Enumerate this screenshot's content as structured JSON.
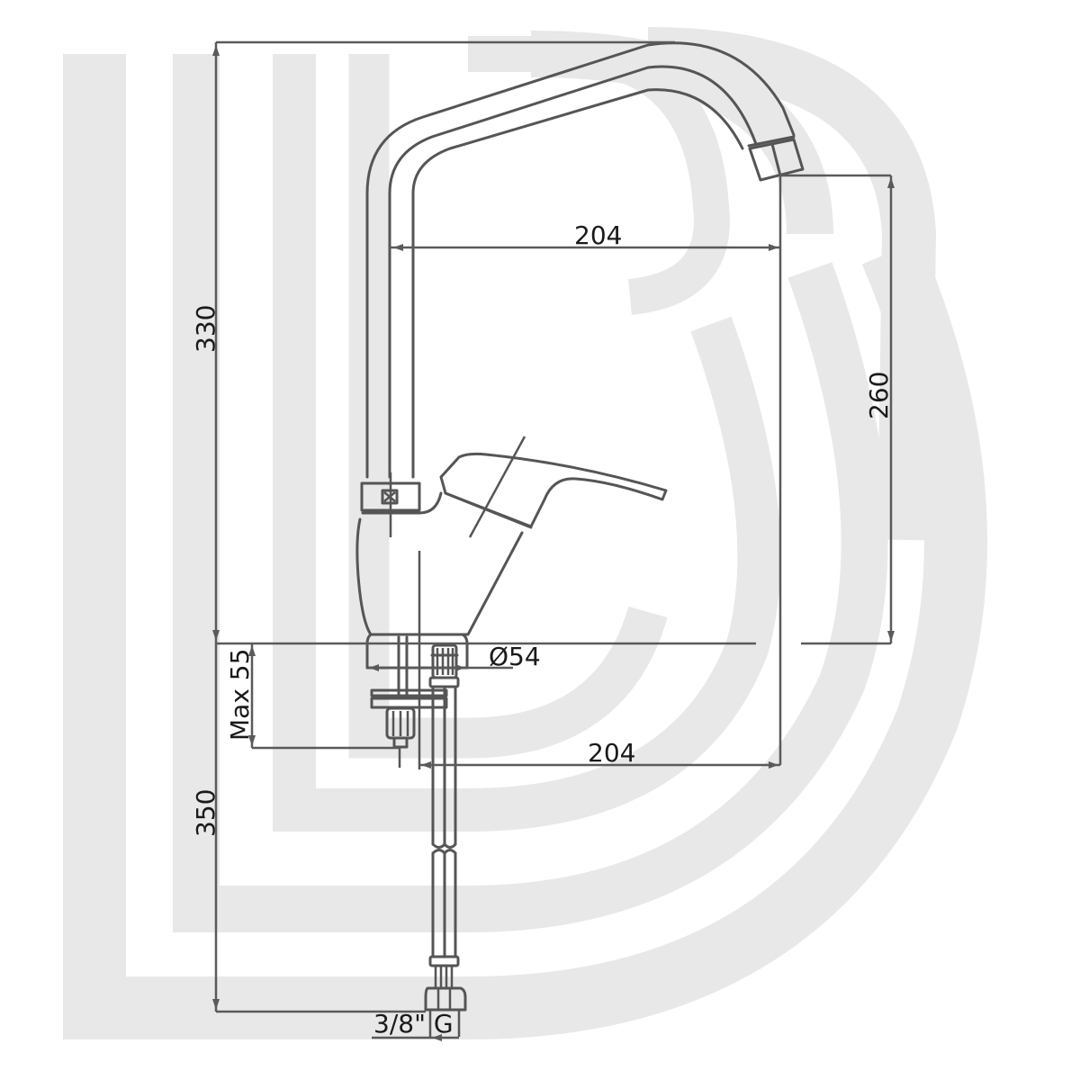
{
  "diagram": {
    "subject": "Single-lever kitchen mixer tap with swivel spout — technical dimension drawing",
    "colors": {
      "line": "#555555",
      "watermark": "#e8e8e8",
      "background": "#ffffff",
      "text": "#1a1a1a"
    },
    "dimensions": {
      "total_height": "330",
      "spout_height": "260",
      "spout_reach_top": "204",
      "spout_reach_bottom": "204",
      "base_diameter": "Ø54",
      "max_deck_thickness": "Max 55",
      "hose_length": "350",
      "connection_thread": "3/8\" G"
    }
  }
}
